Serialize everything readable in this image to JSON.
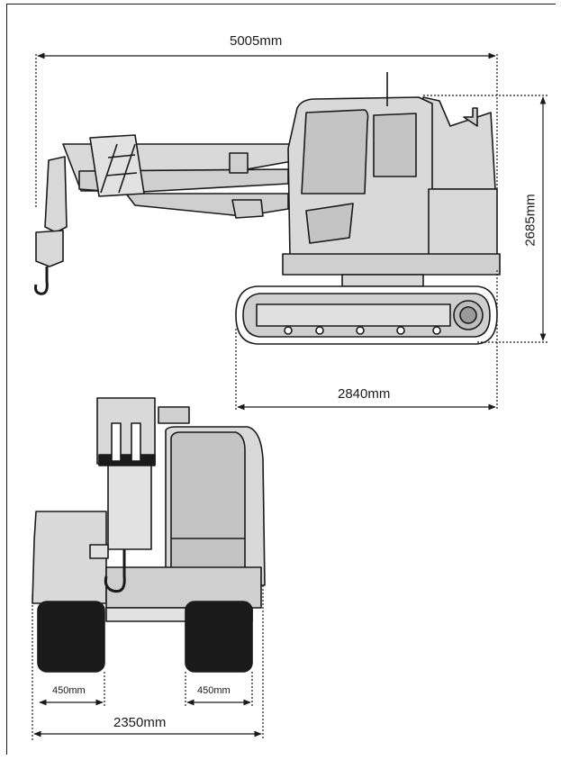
{
  "dimensions": {
    "overall_length": "5005mm",
    "height": "2685mm",
    "track_length": "2840mm",
    "overall_width": "2350mm",
    "left_track_width": "450mm",
    "right_track_width": "450mm"
  },
  "colors": {
    "line": "#1a1a1a",
    "body_fill": "#d9d9d9",
    "glass_fill": "#c4c4c4",
    "track_fill": "#1a1a1a",
    "background": "#ffffff"
  }
}
